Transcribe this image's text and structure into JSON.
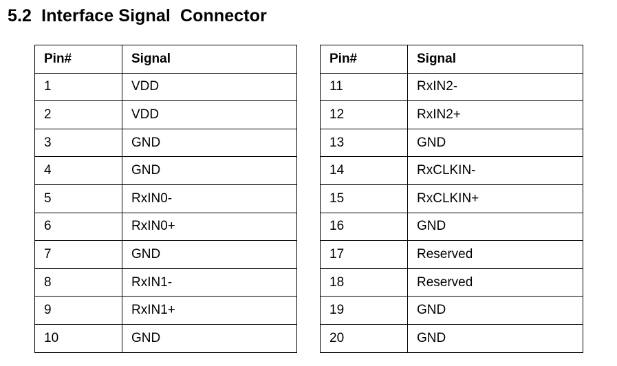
{
  "heading": "5.2  Interface Signal  Connector",
  "left_table": {
    "headers": [
      "Pin#",
      "Signal"
    ],
    "rows": [
      [
        "1",
        "VDD"
      ],
      [
        "2",
        "VDD"
      ],
      [
        "3",
        "GND"
      ],
      [
        "4",
        "GND"
      ],
      [
        "5",
        "RxIN0-"
      ],
      [
        "6",
        "RxIN0+"
      ],
      [
        "7",
        "GND"
      ],
      [
        "8",
        "RxIN1-"
      ],
      [
        "9",
        "RxIN1+"
      ],
      [
        "10",
        "GND"
      ]
    ]
  },
  "right_table": {
    "headers": [
      "Pin#",
      "Signal"
    ],
    "rows": [
      [
        "11",
        "RxIN2-"
      ],
      [
        "12",
        "RxIN2+"
      ],
      [
        "13",
        "GND"
      ],
      [
        "14",
        "RxCLKIN-"
      ],
      [
        "15",
        "RxCLKIN+"
      ],
      [
        "16",
        "GND"
      ],
      [
        "17",
        "Reserved"
      ],
      [
        "18",
        "Reserved"
      ],
      [
        "19",
        "GND"
      ],
      [
        "20",
        "GND"
      ]
    ]
  }
}
